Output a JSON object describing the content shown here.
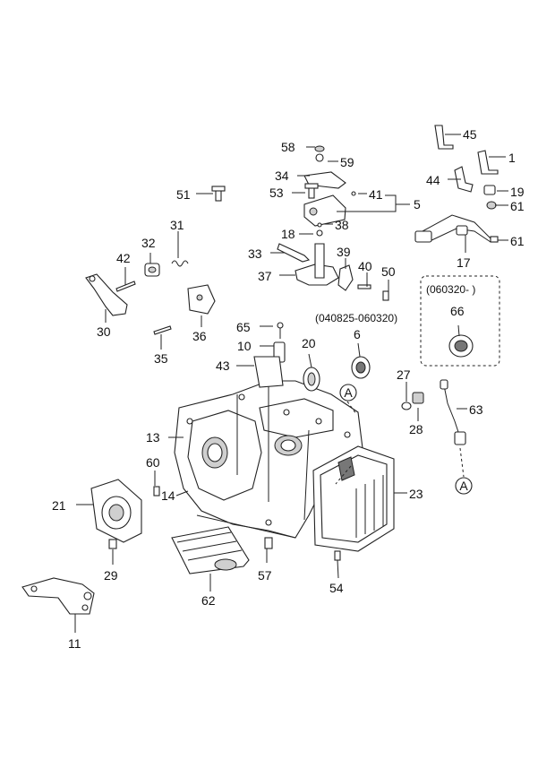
{
  "callouts": [
    "1",
    "5",
    "6",
    "10",
    "11",
    "13",
    "14",
    "17",
    "18",
    "19",
    "20",
    "21",
    "23",
    "27",
    "28",
    "29",
    "30",
    "31",
    "32",
    "33",
    "34",
    "35",
    "36",
    "37",
    "38",
    "39",
    "40",
    "41",
    "42",
    "43",
    "44",
    "45",
    "50",
    "51",
    "53",
    "54",
    "57",
    "58",
    "59",
    "60",
    "61",
    "61",
    "62",
    "63",
    "65",
    "66"
  ],
  "ref_markers": [
    "A",
    "A"
  ],
  "date_notes": {
    "upper": "(040825-060320)",
    "box": "(060320-  )"
  }
}
